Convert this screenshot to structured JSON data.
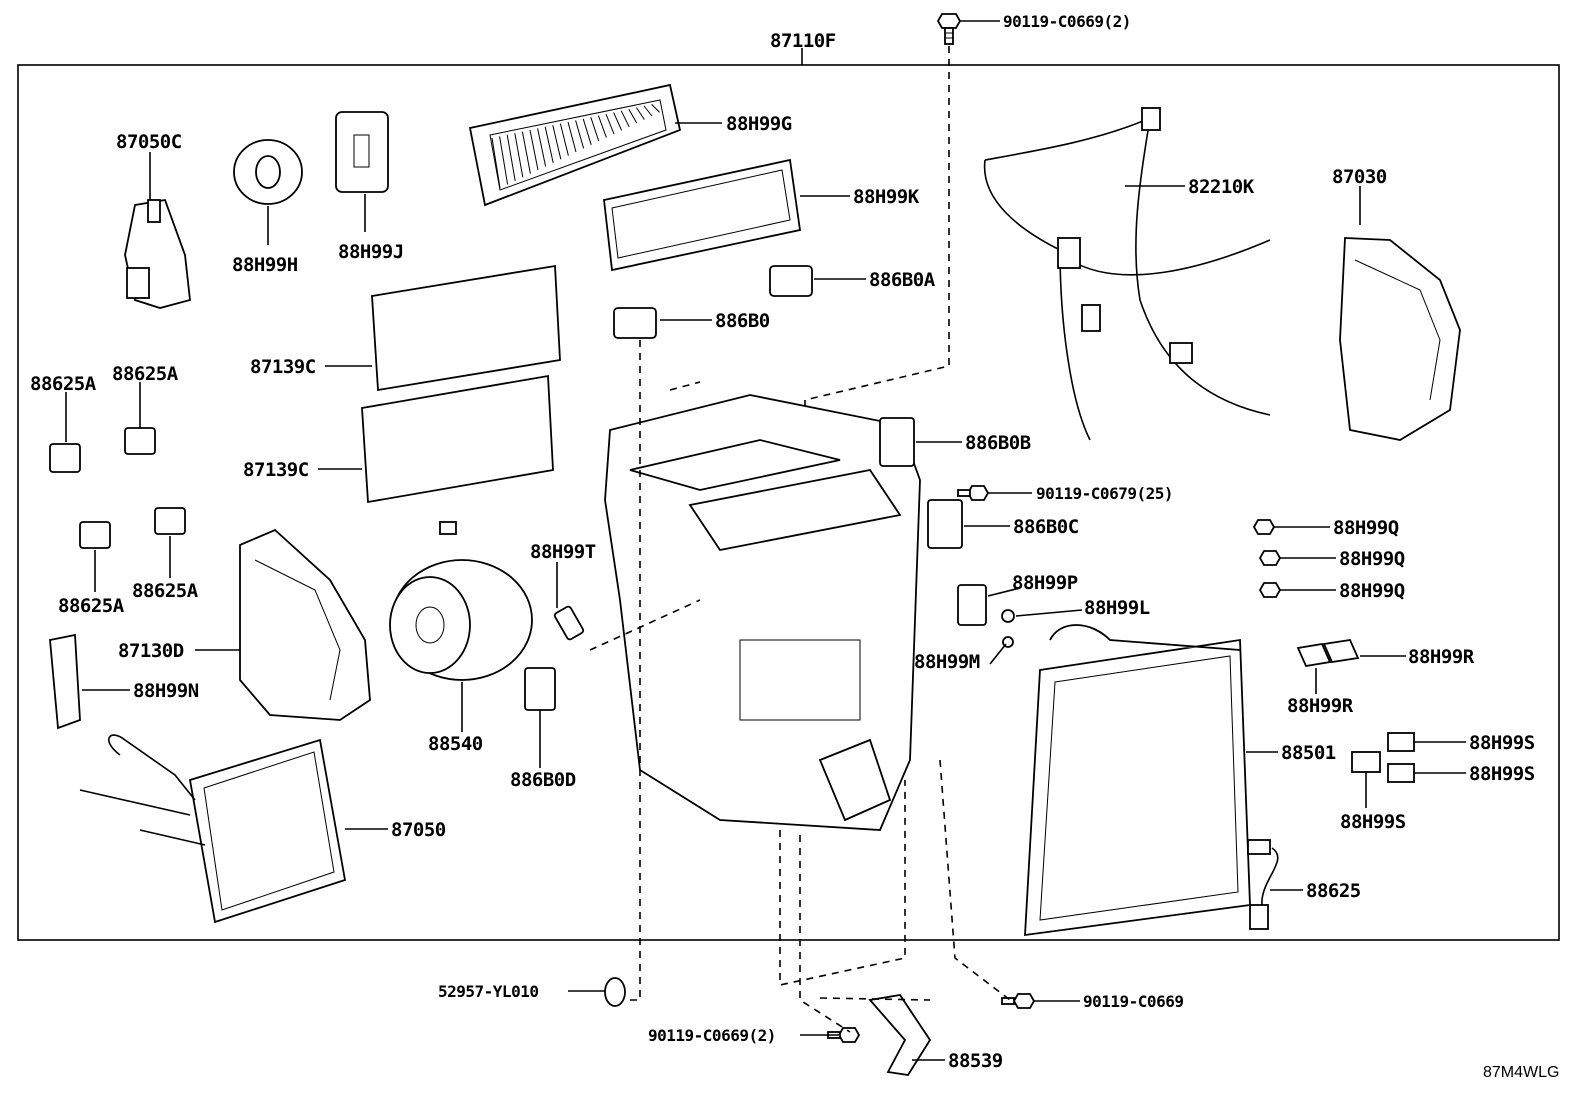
{
  "diagram": {
    "reference_code": "87M4WLG",
    "parts": [
      {
        "id": "87110F",
        "label": "87110F"
      },
      {
        "id": "90119-C0669-2-top",
        "label": "90119-C0669(2)"
      },
      {
        "id": "87050C",
        "label": "87050C"
      },
      {
        "id": "88H99H",
        "label": "88H99H"
      },
      {
        "id": "88H99J",
        "label": "88H99J"
      },
      {
        "id": "88H99G",
        "label": "88H99G"
      },
      {
        "id": "88H99K",
        "label": "88H99K"
      },
      {
        "id": "82210K",
        "label": "82210K"
      },
      {
        "id": "87030",
        "label": "87030"
      },
      {
        "id": "886B0A",
        "label": "886B0A"
      },
      {
        "id": "886B0",
        "label": "886B0"
      },
      {
        "id": "87139C-a",
        "label": "87139C"
      },
      {
        "id": "87139C-b",
        "label": "87139C"
      },
      {
        "id": "88625A-a",
        "label": "88625A"
      },
      {
        "id": "88625A-b",
        "label": "88625A"
      },
      {
        "id": "88625A-c",
        "label": "88625A"
      },
      {
        "id": "88625A-d",
        "label": "88625A"
      },
      {
        "id": "886B0B",
        "label": "886B0B"
      },
      {
        "id": "90119-C0679-25",
        "label": "90119-C0679(25)"
      },
      {
        "id": "886B0C",
        "label": "886B0C"
      },
      {
        "id": "88H99Q-a",
        "label": "88H99Q"
      },
      {
        "id": "88H99Q-b",
        "label": "88H99Q"
      },
      {
        "id": "88H99Q-c",
        "label": "88H99Q"
      },
      {
        "id": "88H99T",
        "label": "88H99T"
      },
      {
        "id": "88H99P",
        "label": "88H99P"
      },
      {
        "id": "88H99L",
        "label": "88H99L"
      },
      {
        "id": "88H99M",
        "label": "88H99M"
      },
      {
        "id": "87130D",
        "label": "87130D"
      },
      {
        "id": "88H99N",
        "label": "88H99N"
      },
      {
        "id": "88540",
        "label": "88540"
      },
      {
        "id": "886B0D",
        "label": "886B0D"
      },
      {
        "id": "88H99R-a",
        "label": "88H99R"
      },
      {
        "id": "88H99R-b",
        "label": "88H99R"
      },
      {
        "id": "88501",
        "label": "88501"
      },
      {
        "id": "88H99S-a",
        "label": "88H99S"
      },
      {
        "id": "88H99S-b",
        "label": "88H99S"
      },
      {
        "id": "88H99S-c",
        "label": "88H99S"
      },
      {
        "id": "87050",
        "label": "87050"
      },
      {
        "id": "88625",
        "label": "88625"
      },
      {
        "id": "52957-YL010",
        "label": "52957-YL010"
      },
      {
        "id": "90119-C0669",
        "label": "90119-C0669"
      },
      {
        "id": "90119-C0669-2-bottom",
        "label": "90119-C0669(2)"
      },
      {
        "id": "88539",
        "label": "88539"
      }
    ]
  }
}
